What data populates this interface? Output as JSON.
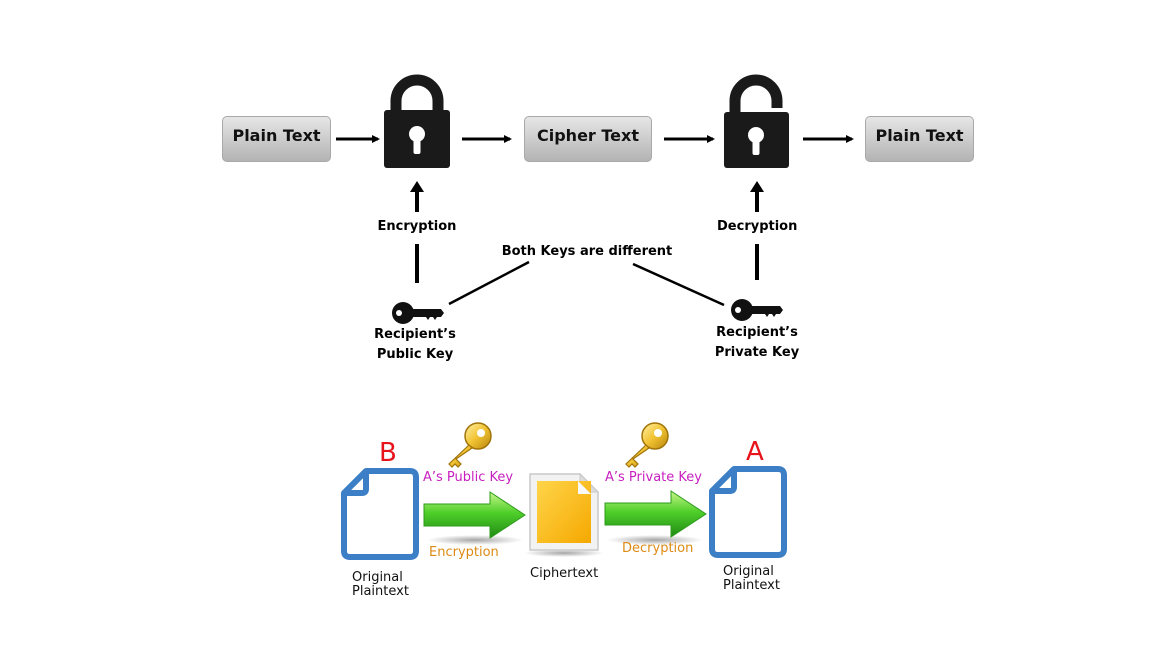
{
  "top_diagram": {
    "plain_text_left": "Plain Text",
    "cipher_text": "Cipher Text",
    "plain_text_right": "Plain Text",
    "encryption": "Encryption",
    "decryption": "Decryption",
    "both_keys": "Both Keys are different",
    "public_key_line1": "Recipient’s",
    "public_key_line2": "Public Key",
    "private_key_line1": "Recipient’s",
    "private_key_line2": "Private Key",
    "icons": [
      "lock-icon",
      "unlock-icon",
      "key-icon"
    ]
  },
  "bottom_diagram": {
    "letter_b": "B",
    "letter_a": "A",
    "public_key_label": "A’s Public Key",
    "private_key_label": "A’s Private Key",
    "encryption": "Encryption",
    "decryption": "Decryption",
    "original_left_line1": "Original",
    "original_left_line2": "Plaintext",
    "ciphertext": "Ciphertext",
    "original_right_line1": "Original",
    "original_right_line2": "Plaintext",
    "colors": {
      "letter": "#e8141b",
      "key_label": "#c81fc0",
      "process_label": "#dd8a14",
      "document_outline": "#3d7fc6",
      "arrow": "#3cb521",
      "cipher_doc": "#f7b500"
    },
    "icons": [
      "gold-key-icon",
      "document-icon",
      "green-arrow-icon",
      "cipher-document-icon"
    ]
  }
}
